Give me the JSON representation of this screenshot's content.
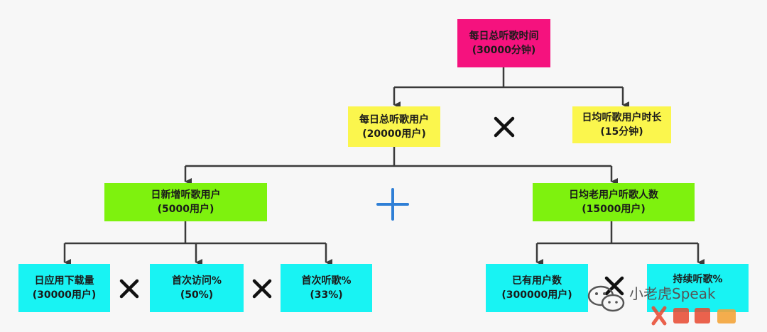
{
  "nodes": {
    "total_time": {
      "title": "每日总听歌时间",
      "value": "(30000分钟)"
    },
    "total_users": {
      "title": "每日总听歌用户",
      "value": "(20000用户)"
    },
    "avg_duration": {
      "title": "日均听歌用户时长",
      "value": "(15分钟)"
    },
    "new_users": {
      "title": "日新增听歌用户",
      "value": "(5000用户)"
    },
    "old_users": {
      "title": "日均老用户听歌人数",
      "value": "(15000用户)"
    },
    "downloads": {
      "title": "日应用下载量",
      "value": "(30000用户)"
    },
    "first_visit": {
      "title": "首次访问%",
      "value": "(50%)"
    },
    "first_listen": {
      "title": "首次听歌%",
      "value": "(33%)"
    },
    "existing": {
      "title": "已有用户数",
      "value": "(300000用户)"
    },
    "retention": {
      "title": "持续听歌%",
      "value": ""
    }
  },
  "operators": {
    "multiply": "×",
    "plus": "+"
  },
  "watermark": {
    "text": "小老虎Speak"
  },
  "colors": {
    "pink": "#f5127e",
    "yellow": "#fbf64d",
    "green": "#7ef20e",
    "cyan": "#18f3f3",
    "connector": "#3a3a3a",
    "plus": "#2f7fd6"
  }
}
